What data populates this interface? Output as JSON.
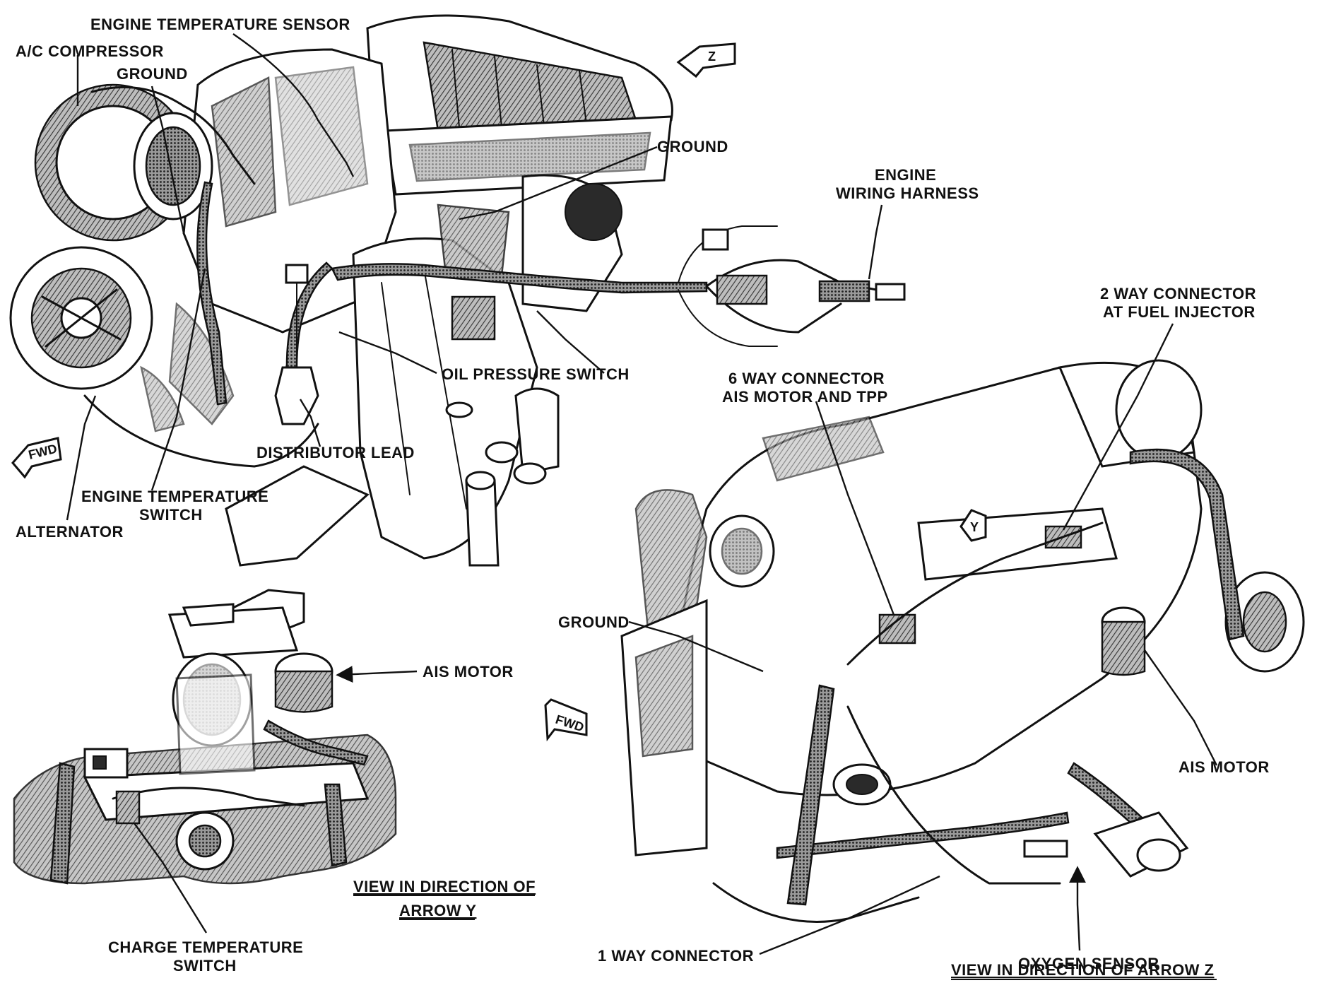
{
  "diagram": {
    "main_labels": {
      "engine_temp_sensor": "ENGINE TEMPERATURE SENSOR",
      "ac_compressor": "A/C COMPRESSOR",
      "ground_top": "GROUND",
      "ground_mid": "GROUND",
      "engine_wiring_harness_line1": "ENGINE",
      "engine_wiring_harness_line2": "WIRING HARNESS",
      "oil_pressure_switch": "OIL PRESSURE SWITCH",
      "distributor_lead": "DISTRIBUTOR LEAD",
      "engine_temp_switch_line1": "ENGINE TEMPERATURE",
      "engine_temp_switch_line2": "SWITCH",
      "alternator": "ALTERNATOR"
    },
    "view_y_labels": {
      "ais_motor": "AIS MOTOR",
      "charge_temp_switch_line1": "CHARGE TEMPERATURE",
      "charge_temp_switch_line2": "SWITCH",
      "view_caption_line1": "VIEW IN DIRECTION OF",
      "view_caption_line2": "ARROW Y"
    },
    "view_z_labels": {
      "two_way_connector_line1": "2 WAY CONNECTOR",
      "two_way_connector_line2": "AT FUEL INJECTOR",
      "six_way_connector_line1": "6 WAY CONNECTOR",
      "six_way_connector_line2": "AIS MOTOR AND TPP",
      "ground": "GROUND",
      "ais_motor": "AIS MOTOR",
      "oxygen_sensor": "OXYGEN SENSOR",
      "one_way_connector": "1 WAY CONNECTOR",
      "view_caption": "VIEW IN DIRECTION OF ARROW Z"
    },
    "badges": {
      "arrow_z": "Z",
      "arrow_y": "Y",
      "fwd_main": "FWD",
      "fwd_view_z": "FWD"
    }
  }
}
